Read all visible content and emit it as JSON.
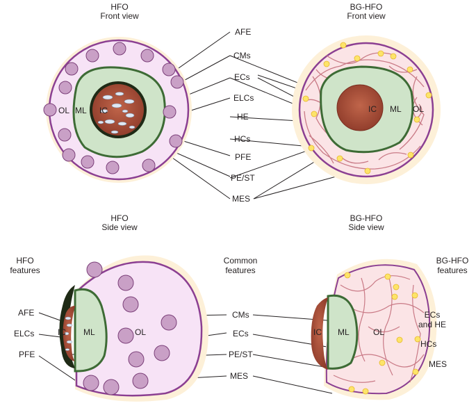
{
  "panels": {
    "front_left_title": [
      "HFO",
      "Front view"
    ],
    "front_right_title": [
      "BG-HFO",
      "Front view"
    ],
    "side_left_title": [
      "HFO",
      "Side view"
    ],
    "side_right_title": [
      "BG-HFO",
      "Side view"
    ]
  },
  "column_headings": {
    "hfo_features": [
      "HFO",
      "features"
    ],
    "common_features": [
      "Common",
      "features"
    ],
    "bghfo_features": [
      "BG-HFO",
      "features"
    ]
  },
  "front_center_labels": [
    "AFE",
    "CMs",
    "ECs",
    "ELCs",
    "HE",
    "HCs",
    "PFE",
    "PE/ST",
    "MES"
  ],
  "side_center_labels": [
    "CMs",
    "ECs",
    "PE/ST",
    "MES"
  ],
  "side_left_labels": [
    "AFE",
    "ELCs",
    "PFE"
  ],
  "side_right_labels": {
    "ecs_he": [
      "ECs",
      "and HE"
    ],
    "hcs": "HCs",
    "mes": "MES"
  },
  "layer_labels": {
    "outer": "OL",
    "middle": "ML",
    "inner": "IC"
  },
  "colors": {
    "mes": "#fdf0d8",
    "pe_st": "#8b3f92",
    "ol_hfo": "#f7e3f6",
    "ol_bg": "#fbe4e6",
    "ml": "#cfe4c9",
    "ml_stroke": "#3d6b35",
    "ic": "#a9503a",
    "pfe": "#c9a0c6",
    "hcs": "#fde46a",
    "vessels": "#c97a86"
  }
}
